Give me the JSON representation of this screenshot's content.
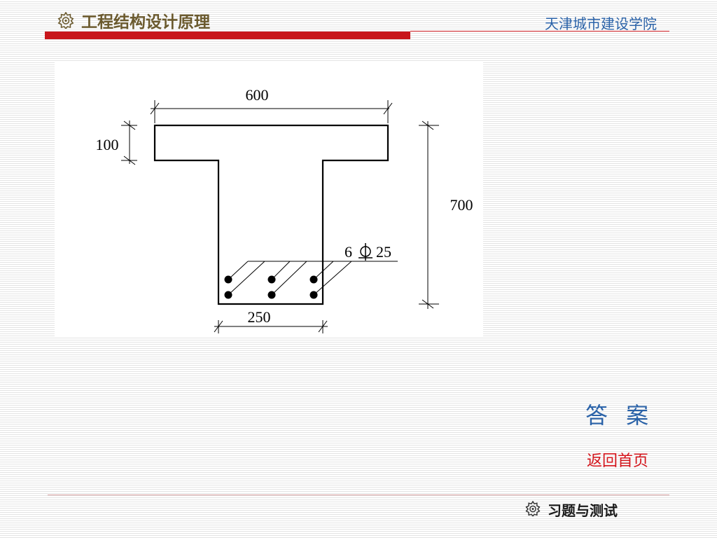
{
  "header": {
    "title": "工程结构设计原理",
    "school": "天津城市建设学院",
    "title_icon": "gear-ornament-icon"
  },
  "diagram": {
    "dim_flange_width": "600",
    "dim_flange_thickness": "100",
    "dim_total_height": "700",
    "dim_web_width": "250",
    "rebar_count": "6",
    "rebar_diameter": "25"
  },
  "links": {
    "answer": "答 案",
    "back_home": "返回首页"
  },
  "footer": {
    "nav_label": "习题与测试",
    "nav_icon": "gear-ornament-icon"
  },
  "colors": {
    "header_bar": "#c8161b",
    "title_text": "#6b5a2e",
    "school_text": "#2a62a8",
    "answer_link": "#2a62a8",
    "back_home_link": "#d4141b"
  }
}
